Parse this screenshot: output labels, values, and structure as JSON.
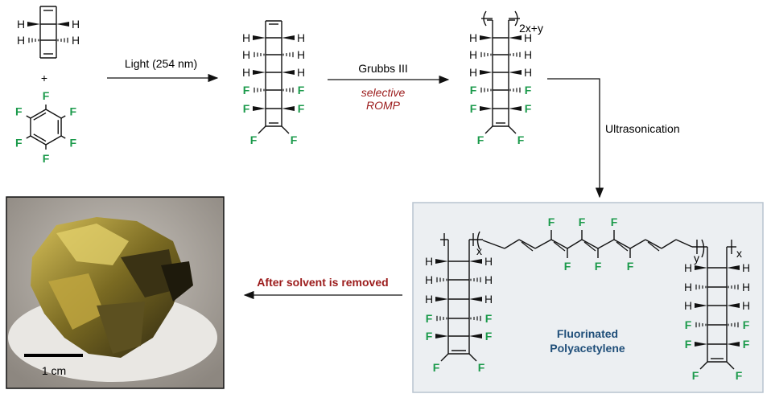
{
  "colors": {
    "fluorine": "#1b9a4b",
    "reagent_red": "#9b1b1b",
    "title_navy": "#1f4e79",
    "box_bg": "#eceff2",
    "box_border": "#b8c4cf"
  },
  "atoms": {
    "H": "H",
    "F": "F"
  },
  "plus": "+",
  "step1": {
    "label": "Light (254 nm)"
  },
  "step2": {
    "label": "Grubbs III",
    "selective": "selective",
    "romp": "ROMP"
  },
  "intermediate_subscript": "2x+y",
  "step3": {
    "label": "Ultrasonication"
  },
  "product": {
    "sub_x_left": "x",
    "sub_y": "y",
    "sub_x_right": "x",
    "name_line1": "Fluorinated",
    "name_line2": "Polyacetylene"
  },
  "step4": {
    "label": "After solvent is removed"
  },
  "photo": {
    "scale_label": "1 cm"
  }
}
